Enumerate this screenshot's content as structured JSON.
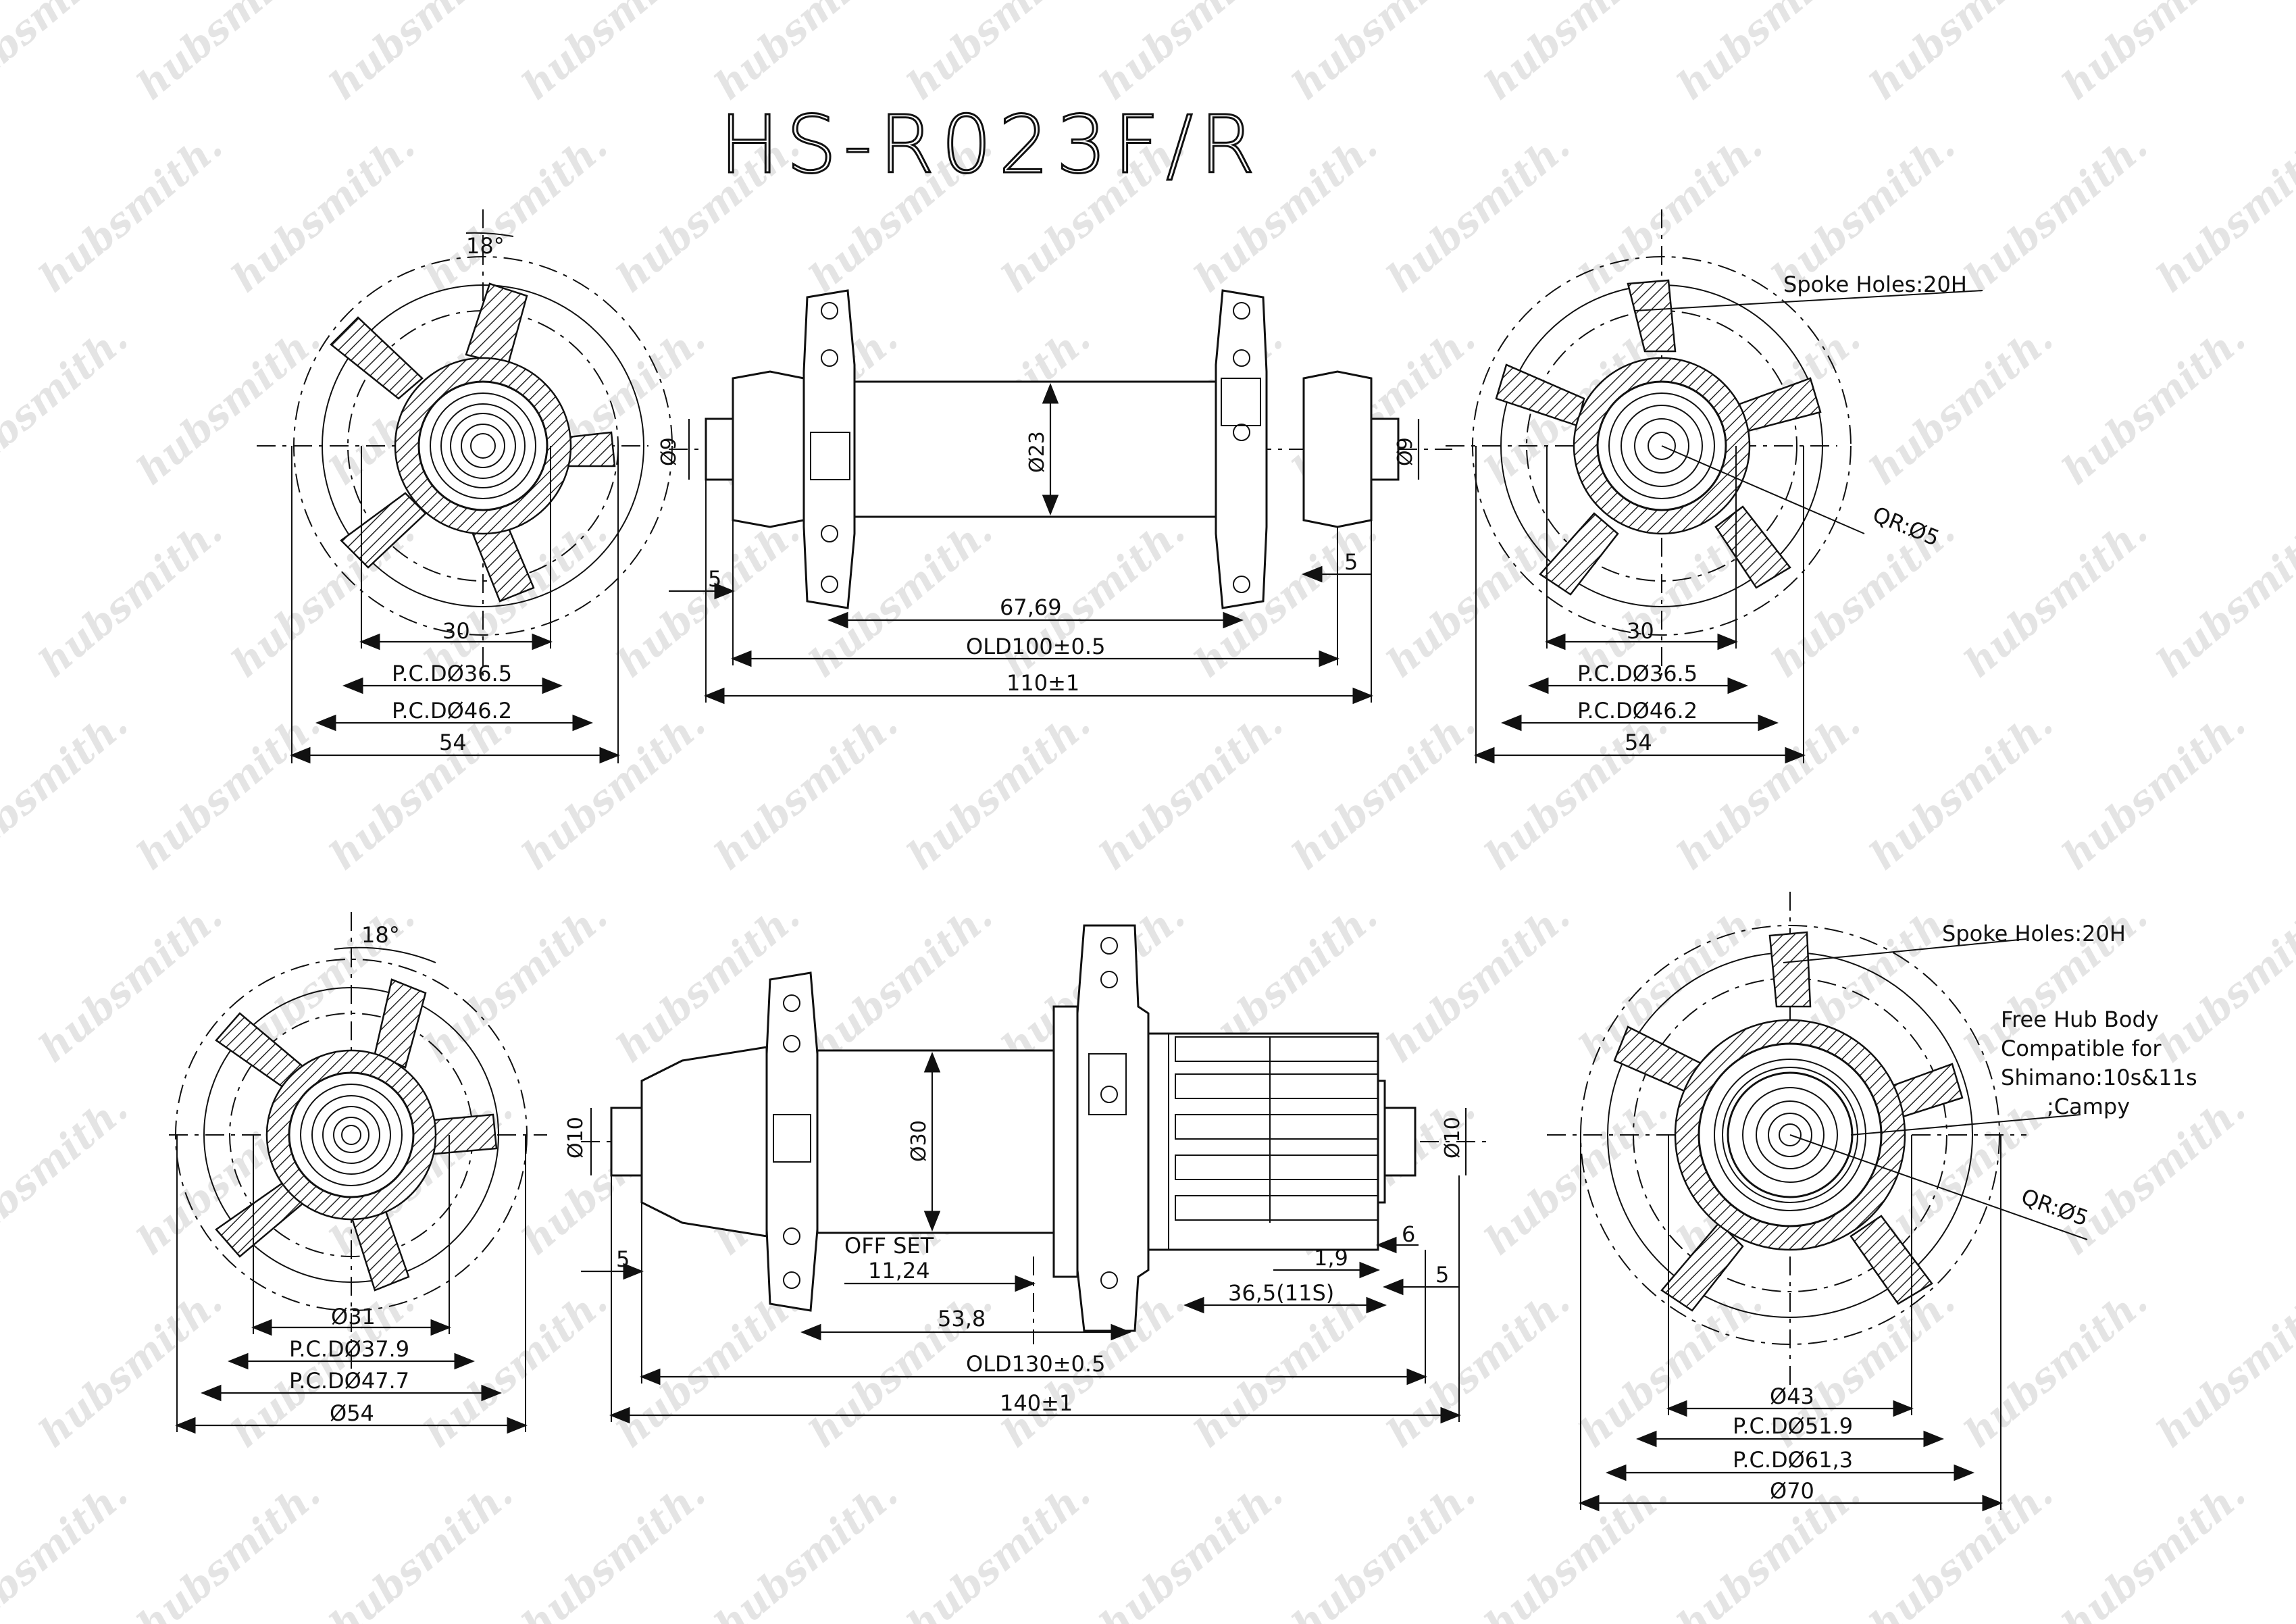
{
  "title": "HS-R023F/R",
  "watermark": "hubsmith.",
  "front": {
    "flange_angle": "18°",
    "left_dims": {
      "inner": "30",
      "pcd_small": "P.C.DØ36.5",
      "pcd_large": "P.C.DØ46.2",
      "outer": "54"
    },
    "side": {
      "axle_left": "Ø9",
      "axle_right": "Ø9",
      "body": "Ø23",
      "flange_span": "67,69",
      "old": "OLD100±0.5",
      "overall": "110±1",
      "end_left": "5",
      "end_right": "5"
    },
    "right": {
      "spoke_holes": "Spoke Holes:20H",
      "qr": "QR:Ø5",
      "inner": "30",
      "pcd_small": "P.C.DØ36.5",
      "pcd_large": "P.C.DØ46.2",
      "outer": "54"
    }
  },
  "rear": {
    "flange_angle": "18°",
    "left_dims": {
      "inner": "Ø31",
      "pcd_small": "P.C.DØ37.9",
      "pcd_large": "P.C.DØ47.7",
      "outer": "Ø54"
    },
    "side": {
      "axle_left": "Ø10",
      "axle_right": "Ø10",
      "body": "Ø30",
      "offset_label": "OFF SET",
      "offset_value": "11,24",
      "flange_span": "53,8",
      "freehub": "36,5(11S)",
      "spacer": "1,9",
      "step": "6",
      "old": "OLD130±0.5",
      "overall": "140±1",
      "end_left": "5",
      "end_right": "5"
    },
    "right": {
      "spoke_holes": "Spoke Holes:20H",
      "freehub_note": [
        "Free Hub Body",
        "Compatible for",
        "Shimano:10s&11s",
        ";Campy"
      ],
      "qr": "QR:Ø5",
      "inner": "Ø43",
      "pcd_small": "P.C.DØ51.9",
      "pcd_large": "P.C.DØ61,3",
      "outer": "Ø70"
    }
  }
}
